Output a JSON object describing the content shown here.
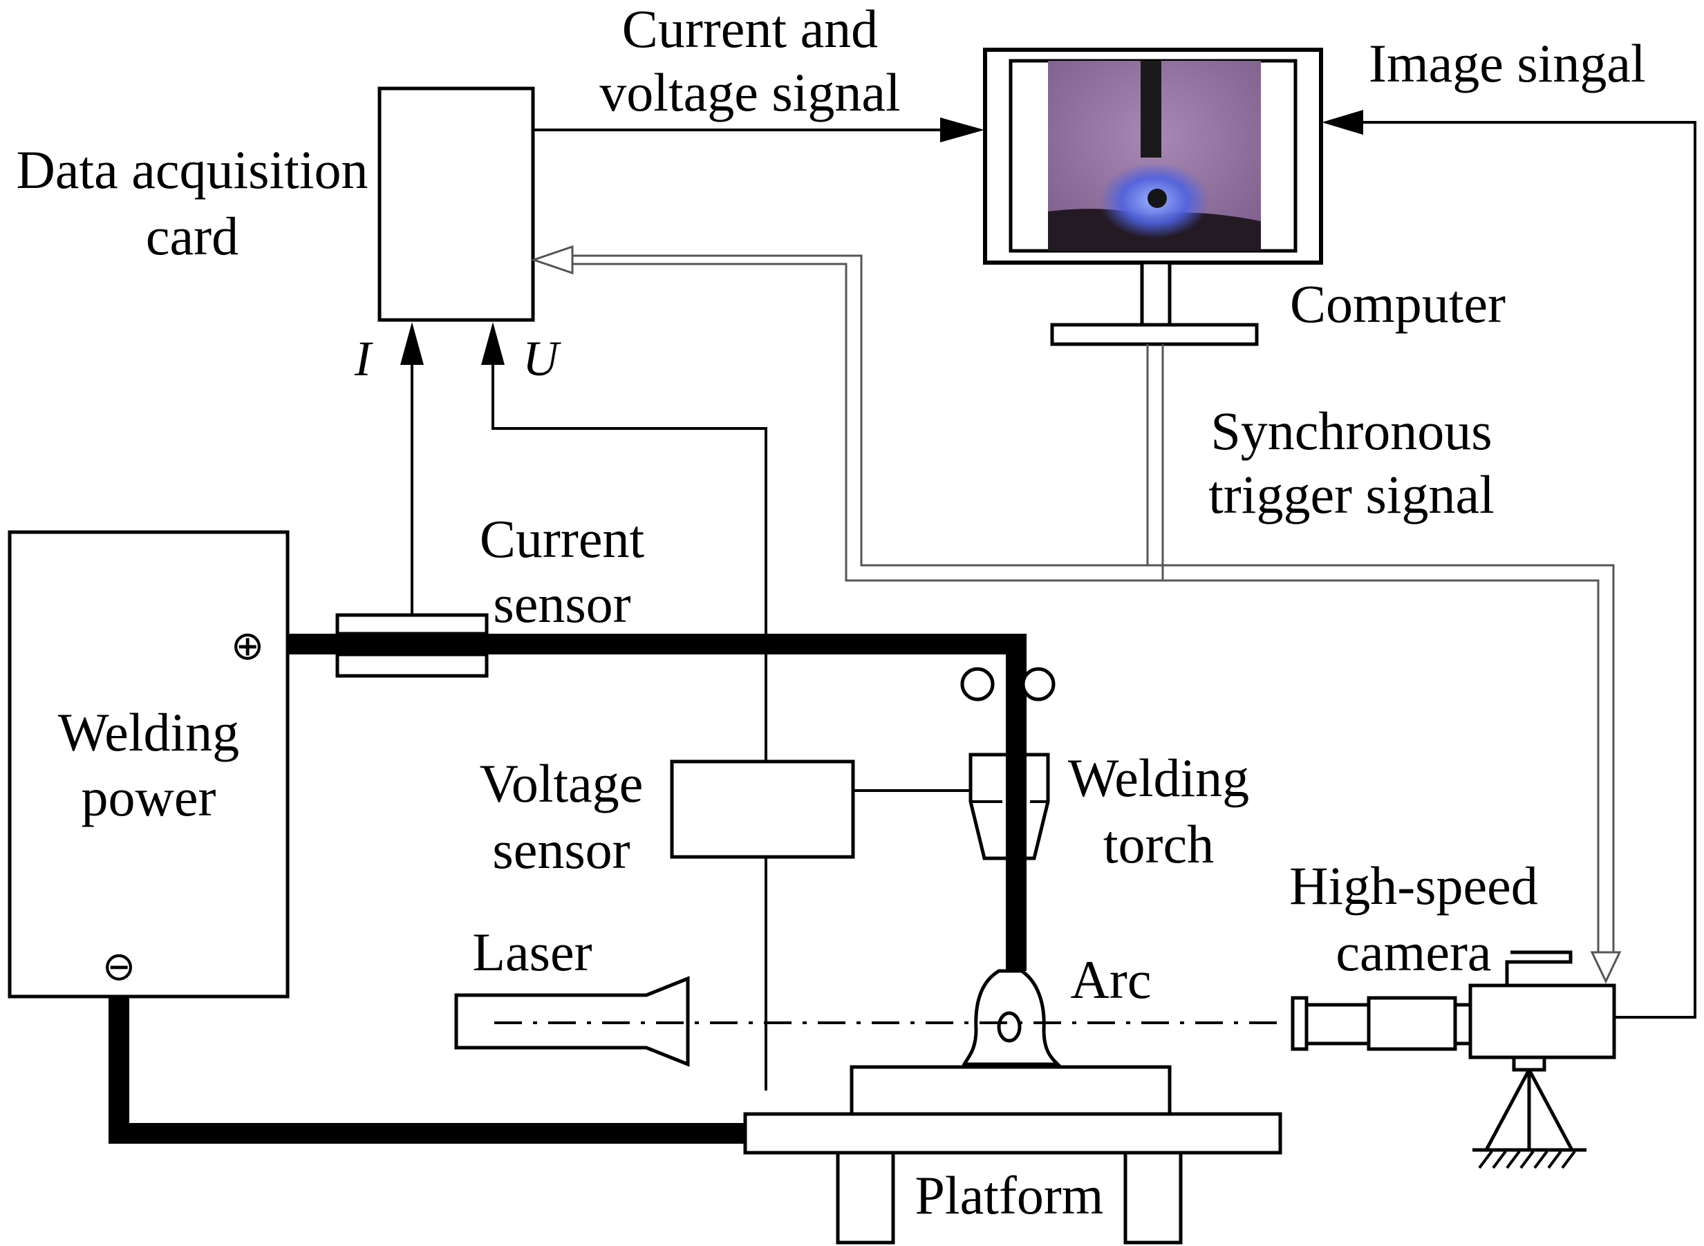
{
  "labels": {
    "current_voltage_signal": [
      "Current and",
      "voltage signal"
    ],
    "image_signal": "Image singal",
    "data_acquisition_card": [
      "Data acquisition",
      "card"
    ],
    "computer": "Computer",
    "current_input": "I",
    "voltage_input": "U",
    "synchronous_trigger": [
      "Synchronous",
      "trigger signal"
    ],
    "current_sensor": [
      "Current",
      "sensor"
    ],
    "welding_power": [
      "Welding",
      "power"
    ],
    "plus_terminal": "⊕",
    "minus_terminal": "⊖",
    "voltage_sensor": [
      "Voltage",
      "sensor"
    ],
    "welding_torch": [
      "Welding",
      "torch"
    ],
    "high_speed_camera": [
      "High-speed",
      "camera"
    ],
    "laser": "Laser",
    "arc": "Arc",
    "platform": "Platform"
  },
  "colors": {
    "line": "#000000",
    "signal_hollow": "#888888",
    "screen_purple": "#9a7aa6",
    "screen_dark": "#2a1e2e",
    "arc_blue": "#5a6ee8"
  }
}
